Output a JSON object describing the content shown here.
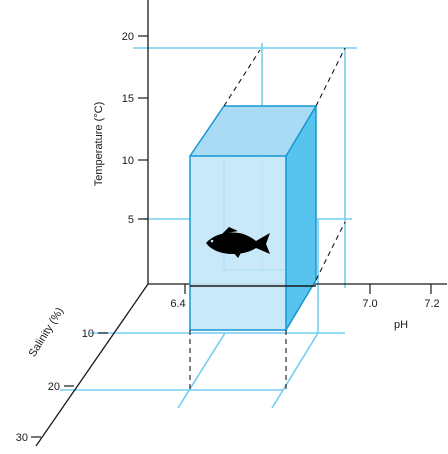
{
  "temperature_axis": {
    "label": "Temperature (°C)",
    "ticks": [
      "5",
      "10",
      "15",
      "20"
    ]
  },
  "ph_axis": {
    "label": "pH",
    "ticks": [
      "6.4",
      "7.0",
      "7.2"
    ]
  },
  "salinity_axis": {
    "label": "Salinity (%)",
    "ticks": [
      "10",
      "20",
      "30"
    ]
  },
  "tolerance_box": {
    "fill_color": "#c4e7f8",
    "side_color": "#57c3ef",
    "top_color": "#a9dcf4",
    "edge_color": "#1597d4",
    "guide_color": "#74cdf0"
  },
  "organism": {
    "icon": "fish-icon",
    "color": "#000000"
  }
}
